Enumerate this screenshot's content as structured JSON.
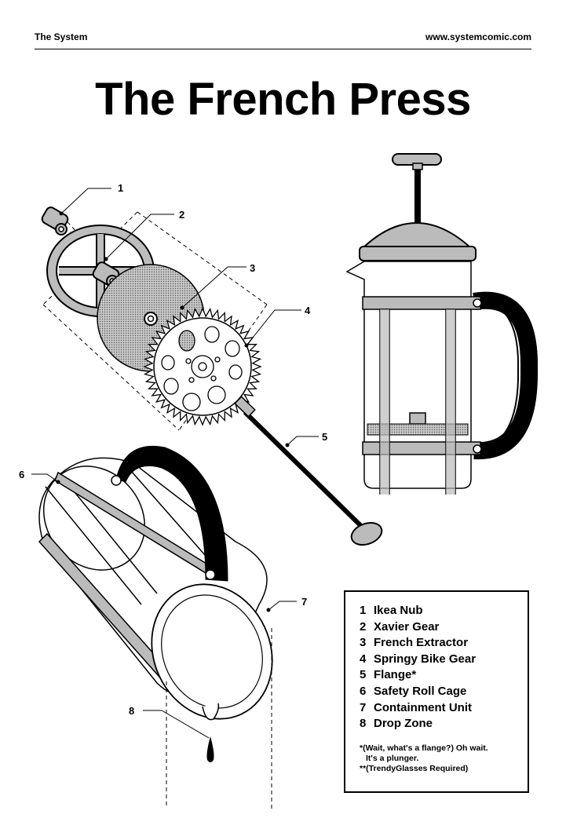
{
  "header": {
    "left": "The System",
    "right": "www.systemcomic.com"
  },
  "title": "The French Press",
  "callouts": [
    "1",
    "2",
    "3",
    "4",
    "5",
    "6",
    "7",
    "8"
  ],
  "legend": [
    {
      "num": "1",
      "label": "Ikea Nub"
    },
    {
      "num": "2",
      "label": "Xavier Gear"
    },
    {
      "num": "3",
      "label": "French Extractor"
    },
    {
      "num": "4",
      "label": "Springy Bike Gear"
    },
    {
      "num": "5",
      "label": "Flange*"
    },
    {
      "num": "6",
      "label": "Safety Roll Cage"
    },
    {
      "num": "7",
      "label": "Containment Unit"
    },
    {
      "num": "8",
      "label": "Drop Zone"
    }
  ],
  "notes": {
    "line1": "*(Wait, what's a flange?) Oh wait.",
    "line2": "It's a plunger.",
    "line3": "**(TrendyGlasses Required)"
  }
}
